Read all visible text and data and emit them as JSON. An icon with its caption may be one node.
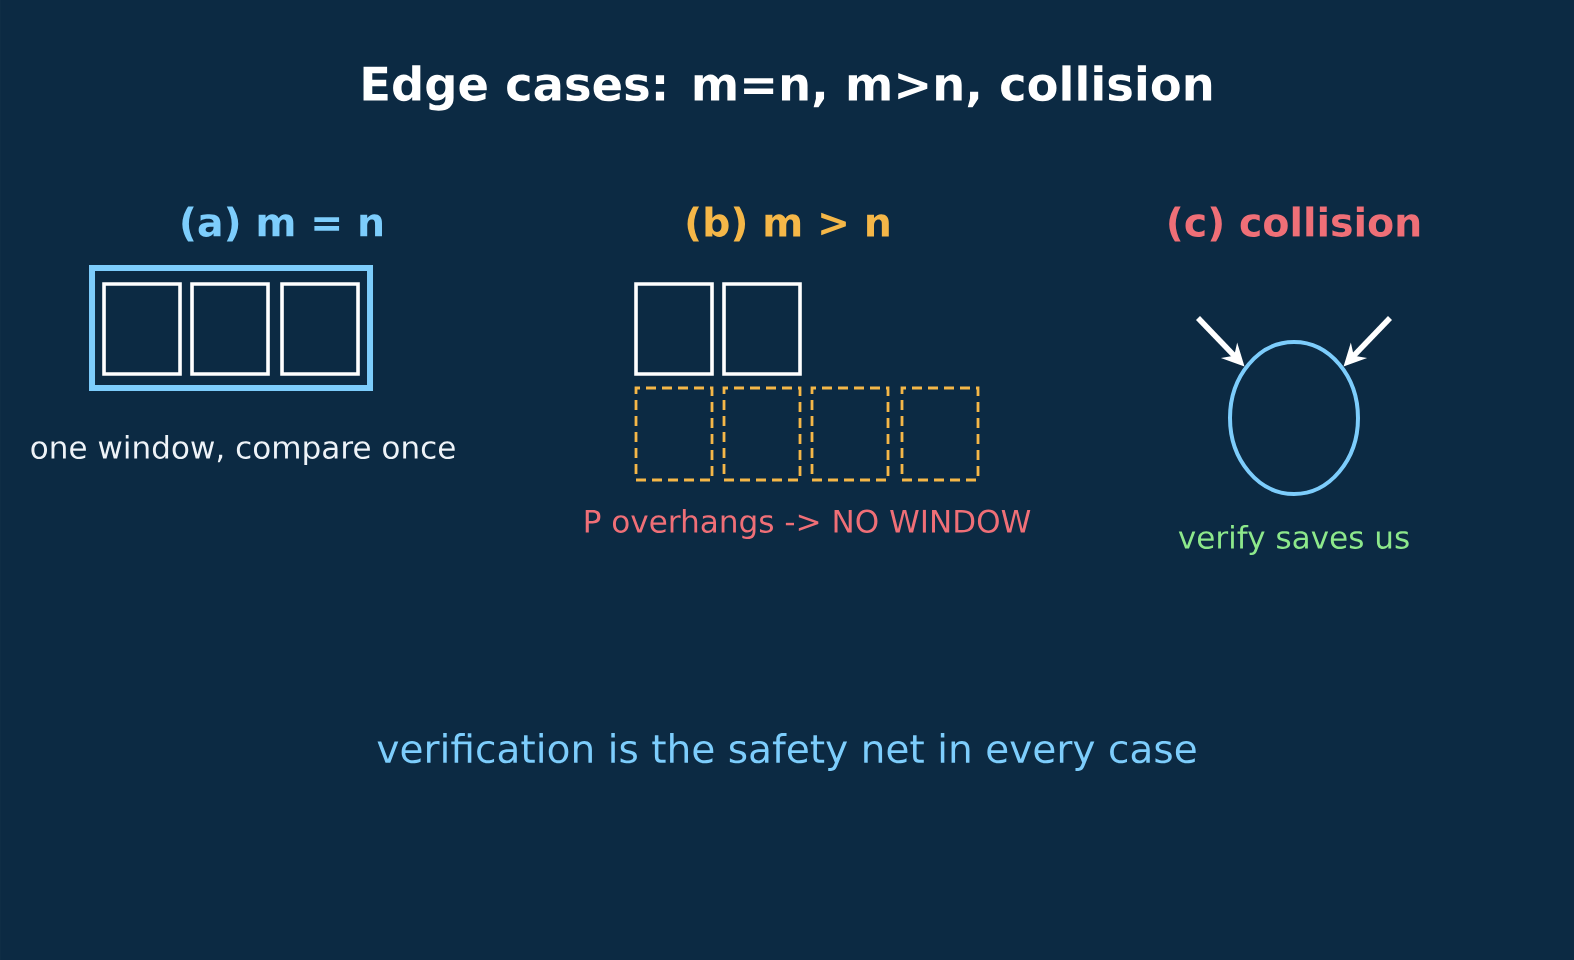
{
  "diagram": {
    "title": "Edge cases: m=n, m>n, collision",
    "caption": "verification is the safety net in every case",
    "nodes": [
      {
        "text": [],
        "shape": "box"
      },
      {
        "text": [],
        "shape": "box",
        "in": 0
      },
      {
        "text": [],
        "shape": "box",
        "in": 0
      },
      {
        "text": [],
        "shape": "box",
        "in": 0
      },
      {
        "text": [],
        "shape": "box"
      },
      {
        "text": [],
        "shape": "box"
      },
      {
        "text": [],
        "shape": "box"
      },
      {
        "text": [],
        "shape": "box"
      },
      {
        "text": [],
        "shape": "box"
      },
      {
        "text": [],
        "shape": "box"
      },
      {
        "text": [],
        "shape": "ellipse",
        "beside": [
          "verify saves us"
        ]
      }
    ],
    "edges": [
      {
        "from": null,
        "to": 10,
        "arrow": "to"
      },
      {
        "from": null,
        "to": 10,
        "arrow": "to"
      }
    ],
    "labels": [
      "(a) m = n",
      "(b) m > n",
      "(c) collision",
      "one window, compare once",
      "P overhangs -> NO WINDOW"
    ]
  }
}
